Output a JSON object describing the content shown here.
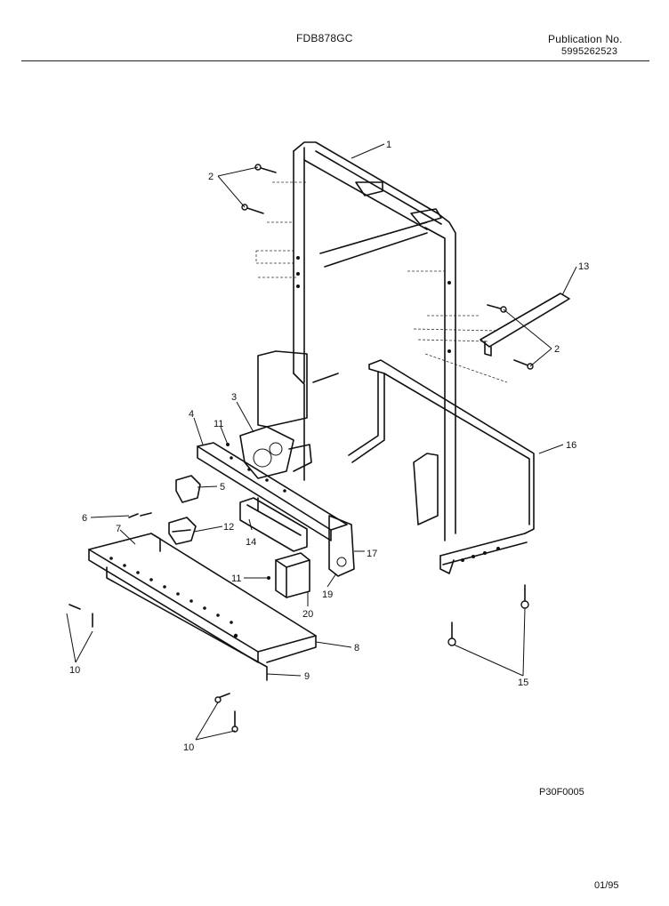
{
  "header": {
    "model": "FDB878GC",
    "publication_label": "Publication No.",
    "publication_number": "5995262523"
  },
  "footer": {
    "figure_code": "P30F0005",
    "date": "01/95"
  },
  "callouts": {
    "c1": "1",
    "c2a": "2",
    "c2b": "2",
    "c3": "3",
    "c4": "4",
    "c5": "5",
    "c6": "6",
    "c7": "7",
    "c8": "8",
    "c9": "9",
    "c10a": "10",
    "c10b": "10",
    "c11a": "11",
    "c11b": "11",
    "c12": "12",
    "c13": "13",
    "c14": "14",
    "c15": "15",
    "c16": "16",
    "c17": "17",
    "c19": "19",
    "c20": "20"
  }
}
